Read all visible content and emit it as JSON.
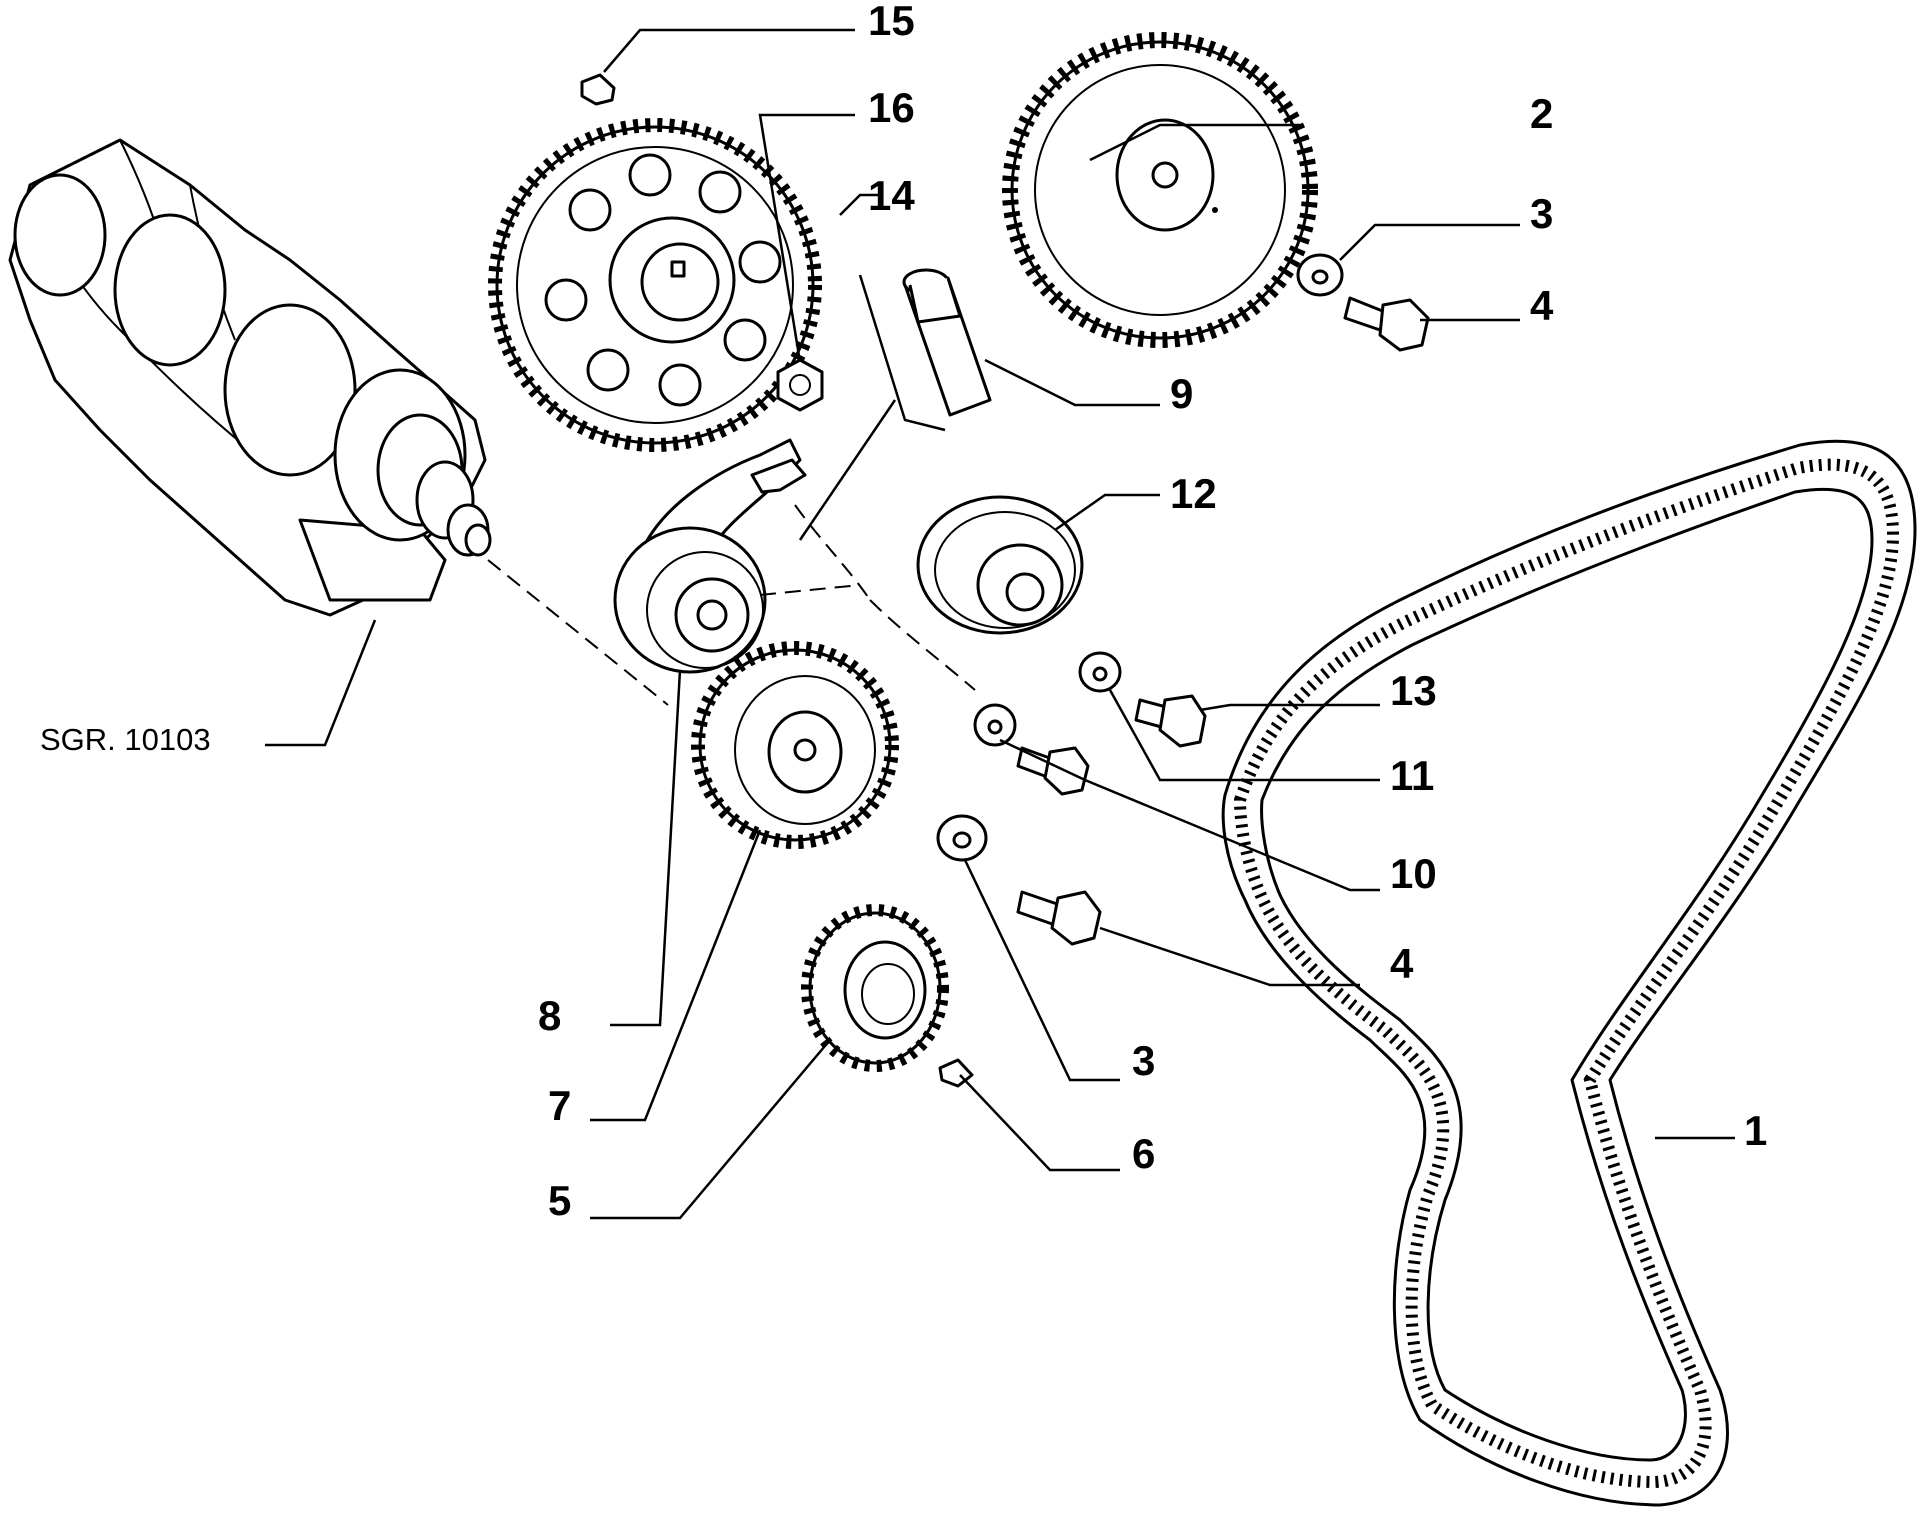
{
  "drawing_ref": "SGR. 10103",
  "callouts": {
    "c1": "1",
    "c2": "2",
    "c3a": "3",
    "c3b": "3",
    "c4a": "4",
    "c4b": "4",
    "c5": "5",
    "c6": "6",
    "c7": "7",
    "c8": "8",
    "c9": "9",
    "c10": "10",
    "c11": "11",
    "c12": "12",
    "c13": "13",
    "c14": "14",
    "c15": "15",
    "c16": "16"
  }
}
